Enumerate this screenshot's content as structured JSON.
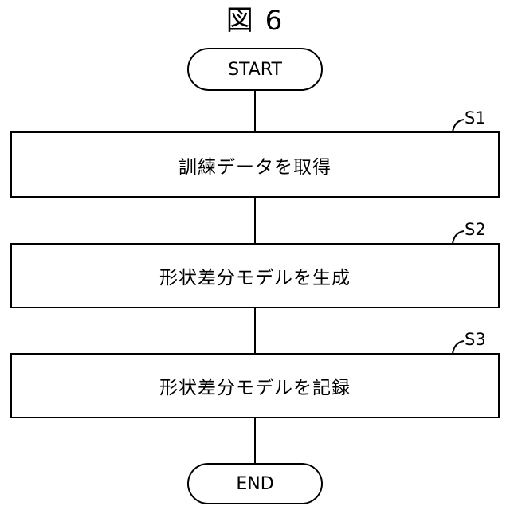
{
  "figure": {
    "title": "図 6"
  },
  "start": {
    "label": "START"
  },
  "steps": [
    {
      "id": "S1",
      "label": "訓練データを取得"
    },
    {
      "id": "S2",
      "label": "形状差分モデルを生成"
    },
    {
      "id": "S3",
      "label": "形状差分モデルを記録"
    }
  ],
  "end": {
    "label": "END"
  }
}
